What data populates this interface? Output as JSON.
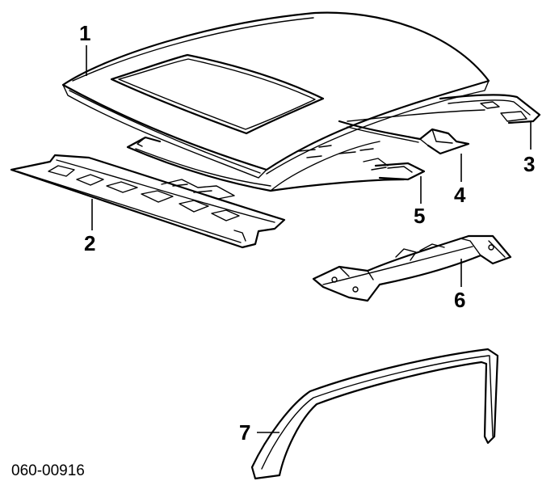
{
  "diagram": {
    "callouts": [
      {
        "id": "1",
        "label": "1"
      },
      {
        "id": "2",
        "label": "2"
      },
      {
        "id": "3",
        "label": "3"
      },
      {
        "id": "4",
        "label": "4"
      },
      {
        "id": "5",
        "label": "5"
      },
      {
        "id": "6",
        "label": "6"
      },
      {
        "id": "7",
        "label": "7"
      }
    ],
    "reference_code": "060-00916"
  }
}
